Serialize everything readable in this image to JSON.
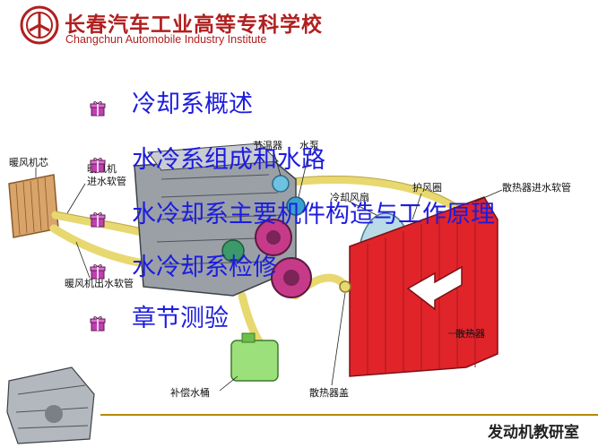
{
  "header": {
    "school_name_cn": "长春汽车工业高等专科学校",
    "school_name_en": "Changchun Automobile Industry Institute"
  },
  "menu": {
    "items": [
      "冷却系概述",
      "水冷系组成和水路",
      "水冷却系主要机件构造与工作原理",
      "水冷却系检修",
      "章节测验"
    ]
  },
  "diagram_labels": {
    "heater_core": "暖风机芯",
    "heater_inlet_hose_1": "暖风机",
    "heater_inlet_hose_2": "进水软管",
    "thermostat": "节温器",
    "water_pump": "水泵",
    "cooling_fan": "冷却风扇",
    "shroud": "护风圈",
    "radiator_inlet_hose": "散热器进水软管",
    "heater_outlet_hose": "暖风机出水软管",
    "radiator": "散热器",
    "radiator_cap": "散热器盖",
    "overflow_tank": "补偿水桶"
  },
  "footer": {
    "lab_name": "发动机教研室"
  },
  "colors": {
    "brand_red": "#b0201f",
    "menu_blue": "#1c1ce0",
    "radiator_red": "#e0242a",
    "hose_yellow": "#e8d870",
    "footer_line": "#b48a00"
  }
}
